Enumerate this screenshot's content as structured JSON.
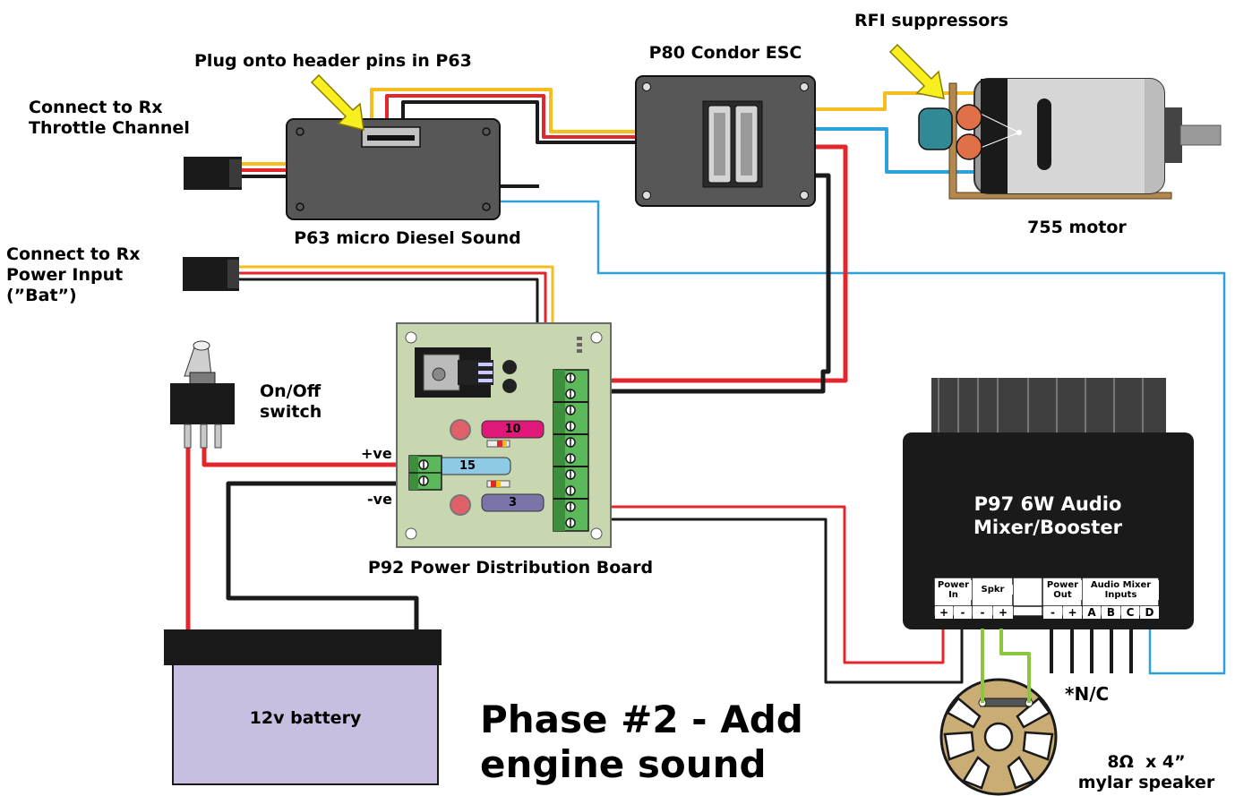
{
  "labels": {
    "rx_throttle": "Connect to Rx\nThrottle Channel",
    "header_pins": "Plug onto header pins in P63",
    "p63": "P63 micro Diesel Sound",
    "p80": "P80 Condor ESC",
    "rfi": "RFI suppressors",
    "motor": "755 motor",
    "rx_power": "Connect to Rx\nPower Input\n(”Bat”)",
    "switch": "On/Off\nswitch",
    "pos": "+ve",
    "neg": "-ve",
    "p92": "P92 Power Distribution Board",
    "p97": "P97 6W Audio\nMixer/Booster",
    "battery": "12v battery",
    "phase": "Phase #2 - Add\nengine sound",
    "nc": "*N/C",
    "speaker": "8Ω  x 4”\nmylar speaker"
  },
  "fuses": {
    "f1": "10",
    "f2": "15",
    "f3": "3"
  },
  "p97_headers": {
    "power_in": "Power\nIn",
    "spkr": "Spkr",
    "power_out": "Power\nOut",
    "audio": "Audio Mixer\nInputs"
  },
  "p97_pins": [
    "+",
    "-",
    "-",
    "+",
    "-",
    "+",
    "A",
    "B",
    "C",
    "D"
  ],
  "colors": {
    "red": "#e3262b",
    "black": "#1a1a1a",
    "yellow": "#f5be1e",
    "blue": "#2ea0dc",
    "green": "#8cc63f",
    "pcb": "#c8d7b0",
    "battery": "#c8bfe0",
    "fuse_10": "#e0187a",
    "fuse_15": "#8ecae6",
    "fuse_3": "#7a74a8"
  }
}
